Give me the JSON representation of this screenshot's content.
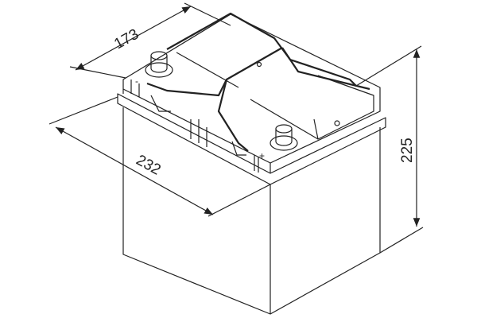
{
  "dimensions": {
    "depth": "173",
    "length": "232",
    "height": "225"
  },
  "terminals": {
    "negative": "-",
    "positive": "+"
  },
  "colors": {
    "line": "#222222",
    "background": "#ffffff"
  }
}
